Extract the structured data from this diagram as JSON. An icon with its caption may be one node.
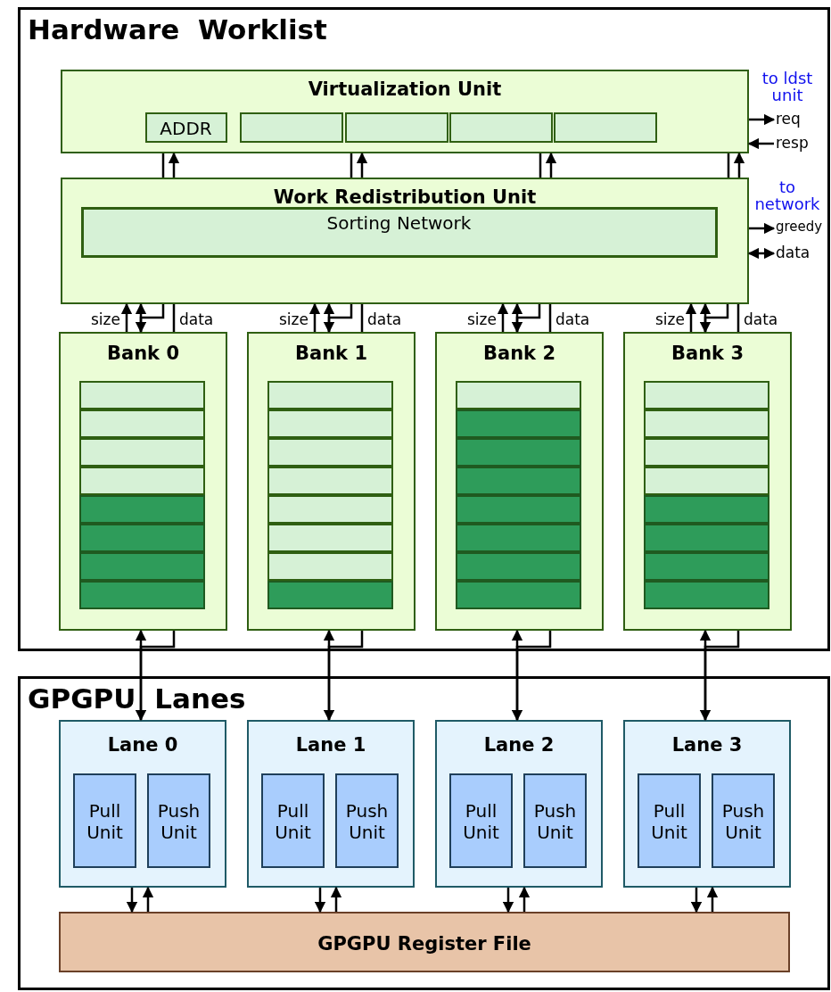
{
  "diagram": {
    "nodes": [
      {
        "text": [
          "Hardware Worklist"
        ]
      },
      {
        "text": [
          "Virtualization Unit"
        ],
        "in": 0
      },
      {
        "text": [
          "ADDR"
        ],
        "in": 1
      },
      {
        "text": [],
        "shape": "box",
        "in": 1
      },
      {
        "text": [],
        "shape": "box",
        "in": 1
      },
      {
        "text": [],
        "shape": "box",
        "in": 1
      },
      {
        "text": [],
        "shape": "box",
        "in": 1
      },
      {
        "text": [
          "Work Redistribution Unit"
        ],
        "in": 0
      },
      {
        "text": [
          "Sorting Network"
        ],
        "in": 7
      },
      {
        "text": [
          "Bank 0"
        ],
        "in": 0
      },
      {
        "text": [],
        "shape": "box",
        "in": 9
      },
      {
        "text": [],
        "shape": "box",
        "in": 9
      },
      {
        "text": [],
        "shape": "box",
        "in": 9
      },
      {
        "text": [],
        "shape": "box",
        "in": 9
      },
      {
        "text": [],
        "shape": "box",
        "in": 9
      },
      {
        "text": [],
        "shape": "box",
        "in": 9
      },
      {
        "text": [],
        "shape": "box",
        "in": 9
      },
      {
        "text": [],
        "shape": "box",
        "in": 9
      },
      {
        "text": [
          "Bank 1"
        ],
        "in": 0
      },
      {
        "text": [],
        "shape": "box",
        "in": 18
      },
      {
        "text": [],
        "shape": "box",
        "in": 18
      },
      {
        "text": [],
        "shape": "box",
        "in": 18
      },
      {
        "text": [],
        "shape": "box",
        "in": 18
      },
      {
        "text": [],
        "shape": "box",
        "in": 18
      },
      {
        "text": [],
        "shape": "box",
        "in": 18
      },
      {
        "text": [],
        "shape": "box",
        "in": 18
      },
      {
        "text": [],
        "shape": "box",
        "in": 18
      },
      {
        "text": [
          "Bank 2"
        ],
        "in": 0
      },
      {
        "text": [],
        "shape": "box",
        "in": 27
      },
      {
        "text": [],
        "shape": "box",
        "in": 27
      },
      {
        "text": [],
        "shape": "box",
        "in": 27
      },
      {
        "text": [],
        "shape": "box",
        "in": 27
      },
      {
        "text": [],
        "shape": "box",
        "in": 27
      },
      {
        "text": [],
        "shape": "box",
        "in": 27
      },
      {
        "text": [],
        "shape": "box",
        "in": 27
      },
      {
        "text": [],
        "shape": "box",
        "in": 27
      },
      {
        "text": [
          "Bank 3"
        ],
        "in": 0
      },
      {
        "text": [],
        "shape": "box",
        "in": 36
      },
      {
        "text": [],
        "shape": "box",
        "in": 36
      },
      {
        "text": [],
        "shape": "box",
        "in": 36
      },
      {
        "text": [],
        "shape": "box",
        "in": 36
      },
      {
        "text": [],
        "shape": "box",
        "in": 36
      },
      {
        "text": [],
        "shape": "box",
        "in": 36
      },
      {
        "text": [],
        "shape": "box",
        "in": 36
      },
      {
        "text": [],
        "shape": "box",
        "in": 36
      },
      {
        "text": [
          "GPGPU Lanes"
        ]
      },
      {
        "text": [
          "Lane 0"
        ],
        "in": 45
      },
      {
        "text": [
          "Pull Unit"
        ],
        "in": 46
      },
      {
        "text": [
          "Push Unit"
        ],
        "in": 46
      },
      {
        "text": [
          "Lane 1"
        ],
        "in": 45
      },
      {
        "text": [
          "Pull Unit"
        ],
        "in": 49
      },
      {
        "text": [
          "Push Unit"
        ],
        "in": 49
      },
      {
        "text": [
          "Lane 2"
        ],
        "in": 45
      },
      {
        "text": [
          "Pull Unit"
        ],
        "in": 52
      },
      {
        "text": [
          "Push Unit"
        ],
        "in": 52
      },
      {
        "text": [
          "Lane 3"
        ],
        "in": 45
      },
      {
        "text": [
          "Pull Unit"
        ],
        "in": 55
      },
      {
        "text": [
          "Push Unit"
        ],
        "in": 55
      },
      {
        "text": [
          "GPGPU Register File"
        ],
        "in": 45
      }
    ],
    "edges": [
      {
        "from": 7,
        "to": 1,
        "arrow": "none"
      },
      {
        "from": 7,
        "to": 1,
        "arrow": "to"
      },
      {
        "from": 7,
        "to": 1,
        "arrow": "none"
      },
      {
        "from": 7,
        "to": 1,
        "arrow": "to"
      },
      {
        "from": 7,
        "to": 1,
        "arrow": "none"
      },
      {
        "from": 7,
        "to": 1,
        "arrow": "to"
      },
      {
        "from": 7,
        "to": 1,
        "arrow": "none"
      },
      {
        "from": 7,
        "to": 1,
        "arrow": "to"
      },
      {
        "from": 1,
        "to": null,
        "arrow": "to",
        "label": "req"
      },
      {
        "from": null,
        "to": 1,
        "arrow": "to",
        "label": "resp"
      },
      {
        "from": 7,
        "to": null,
        "arrow": "to",
        "label": "greedy"
      },
      {
        "from": 7,
        "to": null,
        "arrow": "both",
        "label": "data"
      },
      {
        "from": 9,
        "to": 7,
        "arrow": "to",
        "label": "size"
      },
      {
        "from": 7,
        "to": 9,
        "arrow": "both"
      },
      {
        "from": 7,
        "to": 9,
        "arrow": "none"
      },
      {
        "from": 7,
        "to": 9,
        "arrow": "none",
        "label": "data"
      },
      {
        "from": 18,
        "to": 7,
        "arrow": "to",
        "label": "size"
      },
      {
        "from": 7,
        "to": 18,
        "arrow": "both"
      },
      {
        "from": 7,
        "to": 18,
        "arrow": "none"
      },
      {
        "from": 7,
        "to": 18,
        "arrow": "none",
        "label": "data"
      },
      {
        "from": 27,
        "to": 7,
        "arrow": "to",
        "label": "size"
      },
      {
        "from": 7,
        "to": 27,
        "arrow": "both"
      },
      {
        "from": 7,
        "to": 27,
        "arrow": "none"
      },
      {
        "from": 7,
        "to": 27,
        "arrow": "none",
        "label": "data"
      },
      {
        "from": 36,
        "to": 7,
        "arrow": "to",
        "label": "size"
      },
      {
        "from": 7,
        "to": 36,
        "arrow": "both"
      },
      {
        "from": 7,
        "to": 36,
        "arrow": "none"
      },
      {
        "from": 7,
        "to": 36,
        "arrow": "none",
        "label": "data"
      },
      {
        "from": 9,
        "to": 46,
        "arrow": "both"
      },
      {
        "from": 9,
        "to": 46,
        "arrow": "none"
      },
      {
        "from": 18,
        "to": 49,
        "arrow": "both"
      },
      {
        "from": 18,
        "to": 49,
        "arrow": "none"
      },
      {
        "from": 27,
        "to": 52,
        "arrow": "both"
      },
      {
        "from": 27,
        "to": 52,
        "arrow": "none"
      },
      {
        "from": 36,
        "to": 55,
        "arrow": "both"
      },
      {
        "from": 36,
        "to": 55,
        "arrow": "none"
      },
      {
        "from": 46,
        "to": 58,
        "arrow": "to"
      },
      {
        "from": 58,
        "to": 46,
        "arrow": "to"
      },
      {
        "from": 49,
        "to": 58,
        "arrow": "to"
      },
      {
        "from": 58,
        "to": 49,
        "arrow": "to"
      },
      {
        "from": 52,
        "to": 58,
        "arrow": "to"
      },
      {
        "from": 58,
        "to": 52,
        "arrow": "to"
      },
      {
        "from": 55,
        "to": 58,
        "arrow": "to"
      },
      {
        "from": 58,
        "to": 55,
        "arrow": "to"
      }
    ],
    "labels": [
      "to ldst unit",
      "to network"
    ]
  }
}
